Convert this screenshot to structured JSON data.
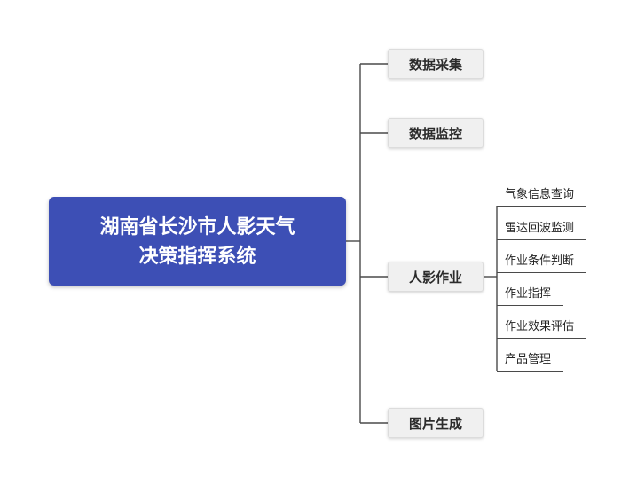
{
  "diagram": {
    "title": "湖南省长沙市人影天气决策指挥系统",
    "root": {
      "line1": "湖南省长沙市人影天气",
      "line2": "决策指挥系统"
    },
    "branches": [
      {
        "label": "数据采集"
      },
      {
        "label": "数据监控"
      },
      {
        "label": "人影作业"
      },
      {
        "label": "图片生成"
      }
    ],
    "leaves": [
      {
        "label": "气象信息查询"
      },
      {
        "label": "雷达回波监测"
      },
      {
        "label": "作业条件判断"
      },
      {
        "label": "作业指挥"
      },
      {
        "label": "作业效果评估"
      },
      {
        "label": "产品管理"
      }
    ],
    "colors": {
      "root_bg": "#3d4fb5",
      "root_text": "#ffffff",
      "branch_bg": "#f0f0f0",
      "branch_text": "#2b2b2b",
      "connector": "#4a4a4a",
      "background": "#ffffff"
    }
  }
}
